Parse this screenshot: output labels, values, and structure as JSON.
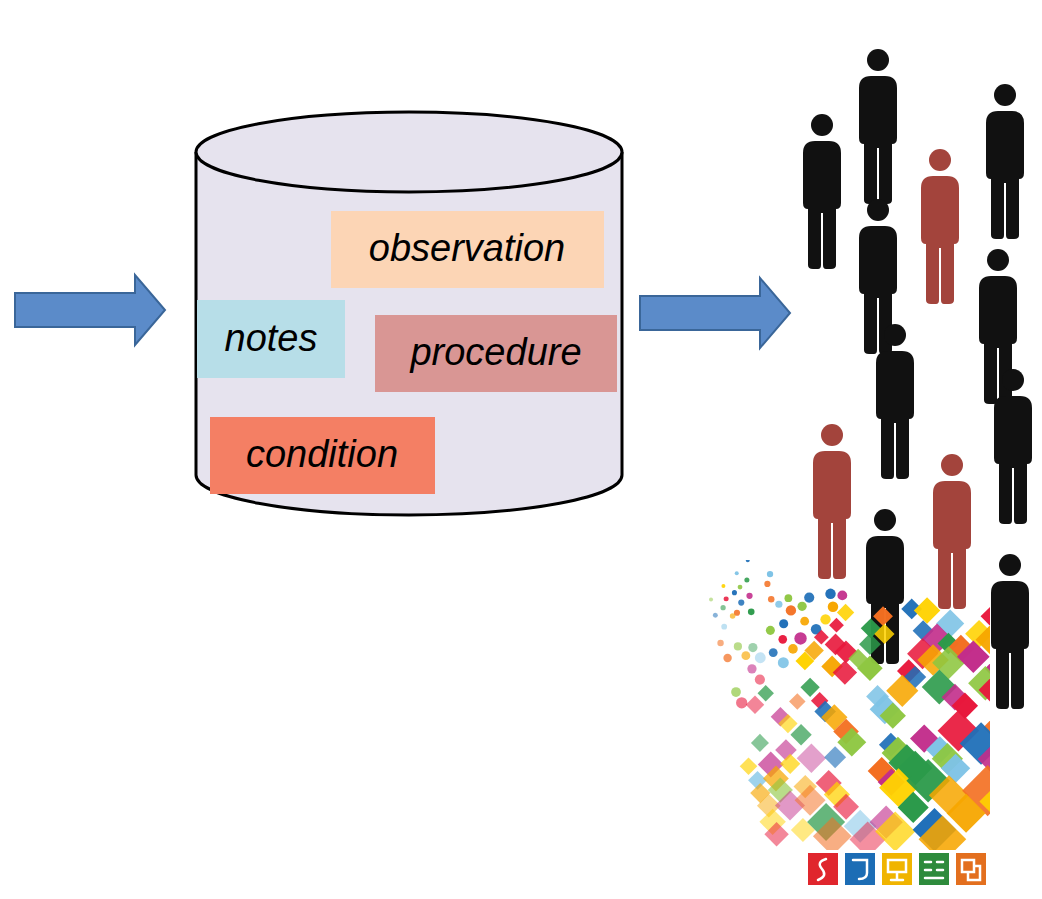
{
  "diagram": {
    "nodes": [
      {
        "text": [
          "observation"
        ]
      },
      {
        "text": [
          "notes"
        ]
      },
      {
        "text": [
          "procedure"
        ]
      },
      {
        "text": [
          "condition"
        ]
      }
    ]
  }
}
